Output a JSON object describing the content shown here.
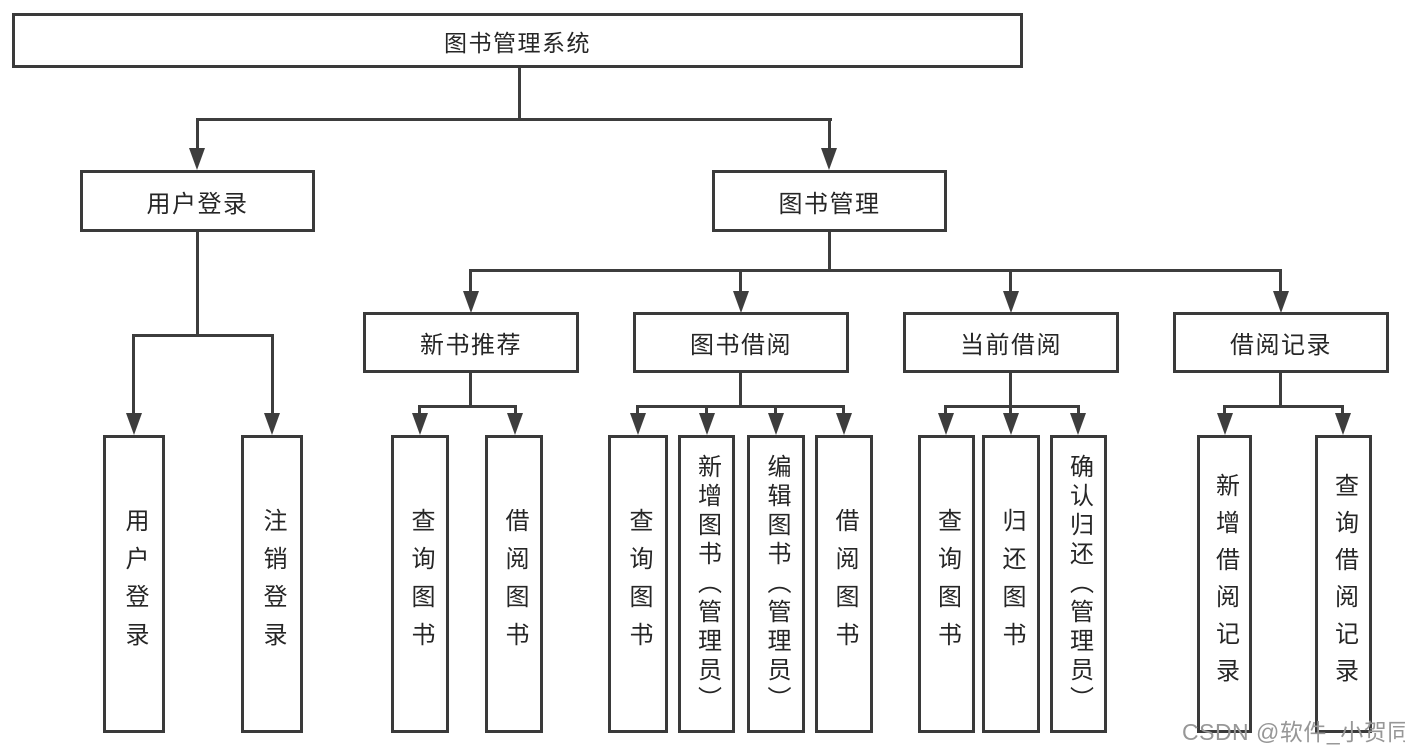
{
  "diagram": {
    "type": "hierarchy-tree",
    "title": "图书管理系统",
    "colors": {
      "line": "#3d3d3d",
      "border": "#3a3a3a",
      "text": "#262626",
      "background": "#ffffff",
      "watermark": "#979797"
    },
    "hierarchy": {
      "root": "图书管理系统",
      "children": [
        {
          "label": "用户登录",
          "children": [
            "用户登录",
            "注销登录"
          ]
        },
        {
          "label": "图书管理",
          "children": [
            {
              "label": "新书推荐",
              "children": [
                "查询图书",
                "借阅图书"
              ]
            },
            {
              "label": "图书借阅",
              "children": [
                "查询图书",
                "新增图书（管理员）",
                "编辑图书（管理员）",
                "借阅图书"
              ]
            },
            {
              "label": "当前借阅",
              "children": [
                "查询图书",
                "归还图书",
                "确认归还（管理员）"
              ]
            },
            {
              "label": "借阅记录",
              "children": [
                "新增借阅记录",
                "查询借阅记录"
              ]
            }
          ]
        }
      ]
    }
  },
  "nodes": {
    "root": {
      "label": "图书管理系统"
    },
    "userLogin": {
      "label": "用户登录"
    },
    "bookManagement": {
      "label": "图书管理"
    },
    "newBookRecommend": {
      "label": "新书推荐"
    },
    "bookBorrow": {
      "label": "图书借阅"
    },
    "currentBorrow": {
      "label": "当前借阅"
    },
    "borrowRecords": {
      "label": "借阅记录"
    },
    "leafUserLogin": {
      "label": "用户登录"
    },
    "leafLogout": {
      "label": "注销登录"
    },
    "leafQueryBooks1": {
      "label": "查询图书"
    },
    "leafBorrowBooks1": {
      "label": "借阅图书"
    },
    "leafQueryBooks2": {
      "label": "查询图书"
    },
    "leafAddBook": {
      "label": "新增图书（管理员）"
    },
    "leafEditBook": {
      "label": "编辑图书（管理员）"
    },
    "leafBorrowBooks2": {
      "label": "借阅图书"
    },
    "leafQueryBooks3": {
      "label": "查询图书"
    },
    "leafReturnBook": {
      "label": "归还图书"
    },
    "leafConfirmReturn": {
      "label": "确认归还（管理员）"
    },
    "leafAddBorrowRecord": {
      "label": "新增借阅记录"
    },
    "leafQueryBorrowRecord": {
      "label": "查询借阅记录"
    }
  },
  "watermark": "CSDN @软件_小贺同学"
}
